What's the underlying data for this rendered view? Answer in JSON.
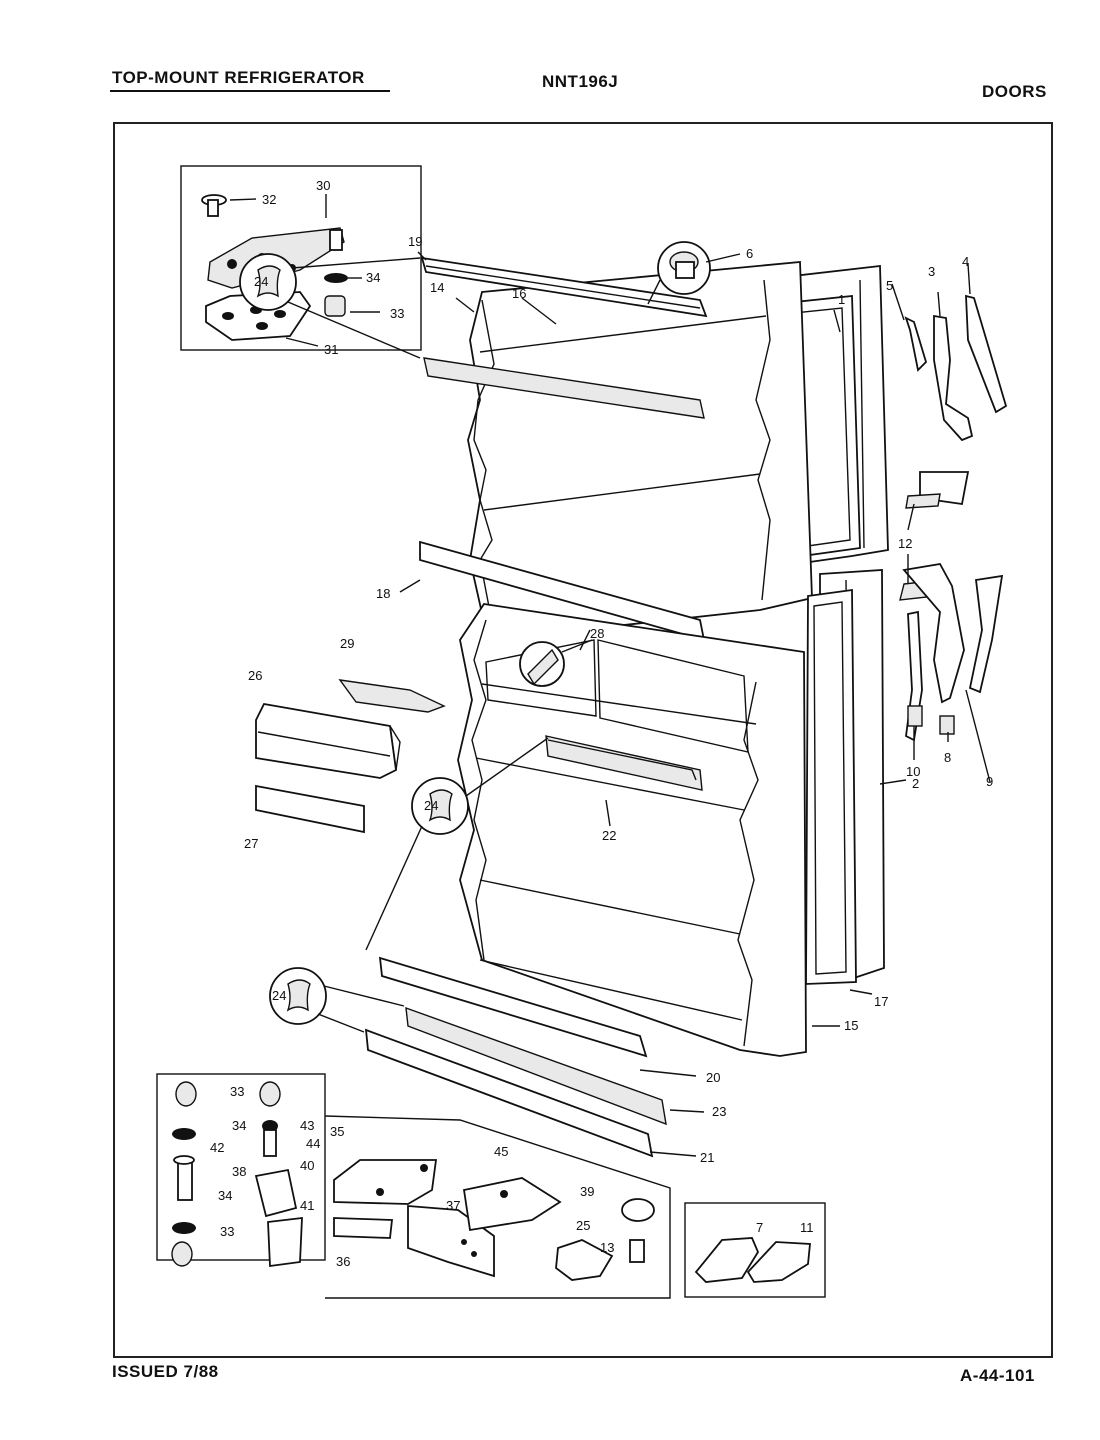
{
  "header": {
    "left": "TOP-MOUNT REFRIGERATOR",
    "model": "NNT196J",
    "section": "DOORS"
  },
  "footer": {
    "issued": "ISSUED 7/88",
    "page": "A-44-101"
  },
  "callouts": {
    "c1": "1",
    "c2": "2",
    "c3": "3",
    "c4": "4",
    "c5": "5",
    "c6": "6",
    "c7": "7",
    "c8": "8",
    "c9": "9",
    "c10": "10",
    "c11": "11",
    "c12": "12",
    "c13": "13",
    "c14": "14",
    "c15": "15",
    "c16": "16",
    "c17": "17",
    "c18": "18",
    "c19": "19",
    "c20": "20",
    "c21": "21",
    "c22": "22",
    "c23": "23",
    "c24a": "24",
    "c24b": "24",
    "c24c": "24",
    "c25": "25",
    "c26": "26",
    "c27": "27",
    "c28": "28",
    "c29": "29",
    "c30": "30",
    "c31": "31",
    "c32": "32",
    "c33a": "33",
    "c33b": "33",
    "c33c": "33",
    "c34a": "34",
    "c34b": "34",
    "c34c": "34",
    "c35": "35",
    "c36": "36",
    "c37": "37",
    "c38": "38",
    "c39": "39",
    "c40": "40",
    "c41": "41",
    "c42": "42",
    "c43": "43",
    "c44": "44",
    "c45": "45"
  }
}
